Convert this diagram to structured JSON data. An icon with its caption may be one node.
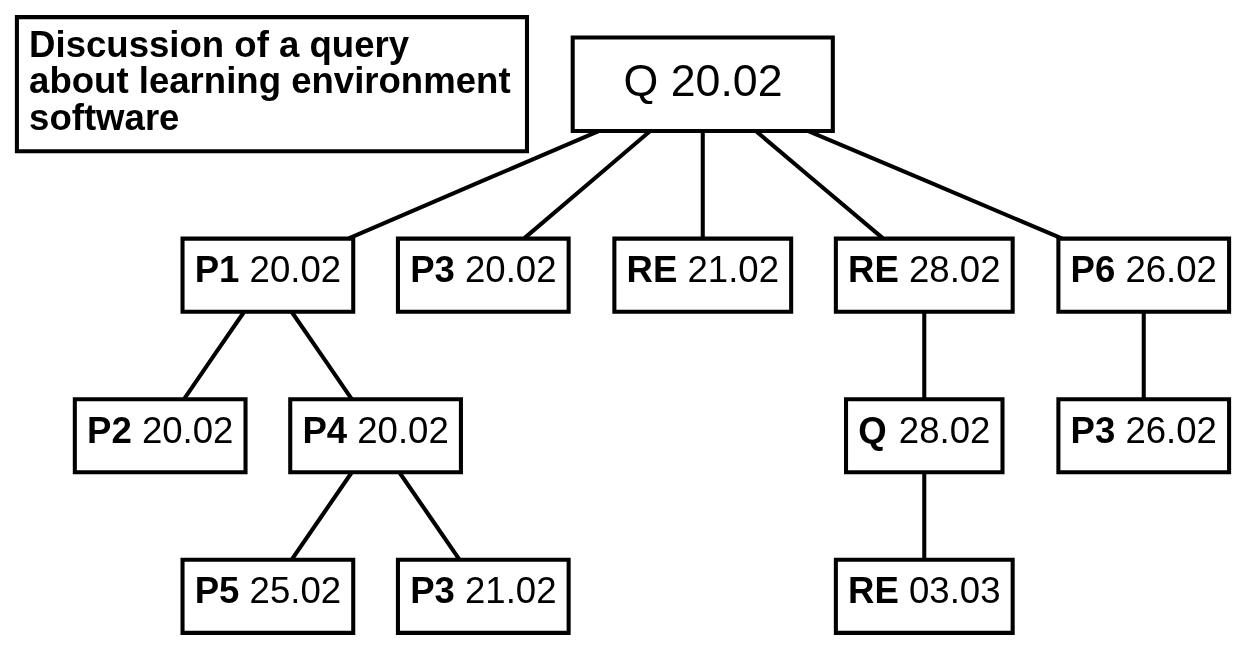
{
  "diagram": {
    "nodes": [
      {
        "text": [
          "Discussion of a query about learning environment software"
        ]
      },
      {
        "text": [
          "Q 20.02"
        ]
      },
      {
        "text": [
          "**P1** 20.02"
        ]
      },
      {
        "text": [
          "**P3** 20.02"
        ]
      },
      {
        "text": [
          "**RE** 21.02"
        ]
      },
      {
        "text": [
          "**RE** 28.02"
        ]
      },
      {
        "text": [
          "**P2** 20.02"
        ]
      },
      {
        "text": [
          "**P4** 20.02"
        ]
      },
      {
        "text": [
          "**P6** 26.02"
        ]
      },
      {
        "text": [
          "**Q** 28.02"
        ]
      },
      {
        "text": [
          "**P3** 26.02"
        ]
      },
      {
        "text": [
          "**P5** 25.02"
        ]
      },
      {
        "text": [
          "**P3** 21.02"
        ]
      },
      {
        "text": [
          "**RE** 03.03"
        ]
      }
    ],
    "edges": [
      {
        "from": 1,
        "to": 2,
        "arrow": "none"
      },
      {
        "from": 1,
        "to": 8,
        "arrow": "none"
      },
      {
        "from": 1,
        "to": 3,
        "arrow": "none"
      },
      {
        "from": 1,
        "to": 4,
        "arrow": "none"
      },
      {
        "from": 1,
        "to": 5,
        "arrow": "none"
      },
      {
        "from": 2,
        "to": 6,
        "arrow": "none"
      },
      {
        "from": 2,
        "to": 7,
        "arrow": "none"
      },
      {
        "from": 7,
        "to": 11,
        "arrow": "none"
      },
      {
        "from": 7,
        "to": 12,
        "arrow": "none"
      },
      {
        "from": 8,
        "to": 10,
        "arrow": "none"
      },
      {
        "from": 5,
        "to": 9,
        "arrow": "none"
      },
      {
        "from": 9,
        "to": 13,
        "arrow": "none"
      }
    ]
  }
}
